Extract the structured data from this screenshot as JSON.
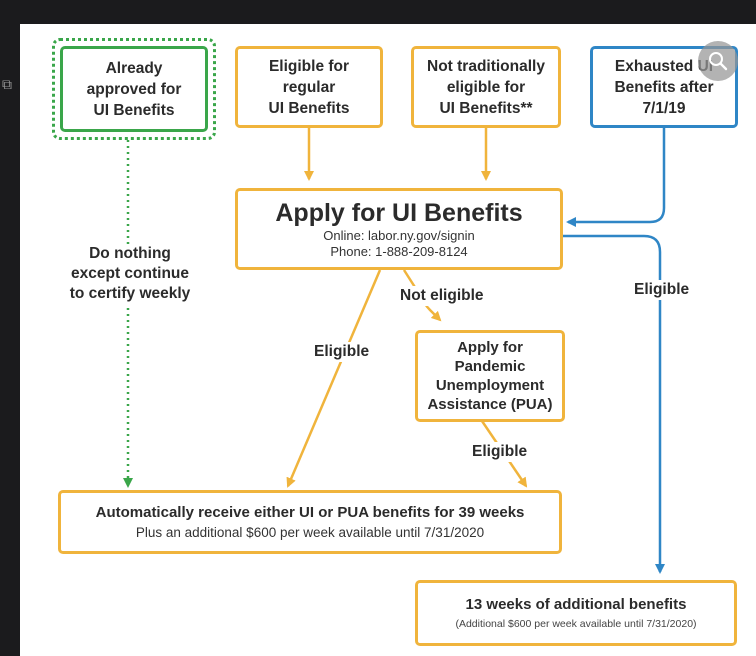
{
  "boxes": {
    "already_approved": {
      "lines": [
        "Already",
        "approved for",
        "UI Benefits"
      ]
    },
    "eligible_regular": {
      "lines": [
        "Eligible for",
        "regular",
        "UI Benefits"
      ]
    },
    "not_traditional": {
      "lines": [
        "Not traditionally",
        "eligible for",
        "UI Benefits**"
      ]
    },
    "exhausted": {
      "lines": [
        "Exhausted UI",
        "Benefits after",
        "7/1/19"
      ]
    },
    "apply_ui": {
      "title": "Apply for UI Benefits",
      "online": "Online: labor.ny.gov/signin",
      "phone": "Phone: 1-888-209-8124"
    },
    "pua": {
      "lines": [
        "Apply for",
        "Pandemic",
        "Unemployment",
        "Assistance (PUA)"
      ]
    },
    "auto_receive": {
      "title": "Automatically receive either UI or PUA benefits for 39 weeks",
      "subtitle": "Plus an additional $600 per week available until 7/31/2020"
    },
    "thirteen_weeks": {
      "title": "13 weeks of additional benefits",
      "subtitle": "(Additional $600 per week available until 7/31/2020)"
    }
  },
  "labels": {
    "do_nothing": [
      "Do nothing",
      "except continue",
      "to certify weekly"
    ],
    "not_eligible": "Not eligible",
    "eligible_left": "Eligible",
    "eligible_pua": "Eligible",
    "eligible_right": "Eligible"
  },
  "colors": {
    "orange": "#f0b43c",
    "blue": "#2f86c6",
    "green": "#3aa64a"
  },
  "icons": {
    "zoom_button": "zoom-icon",
    "left_edge": "window-glyph-icon"
  }
}
